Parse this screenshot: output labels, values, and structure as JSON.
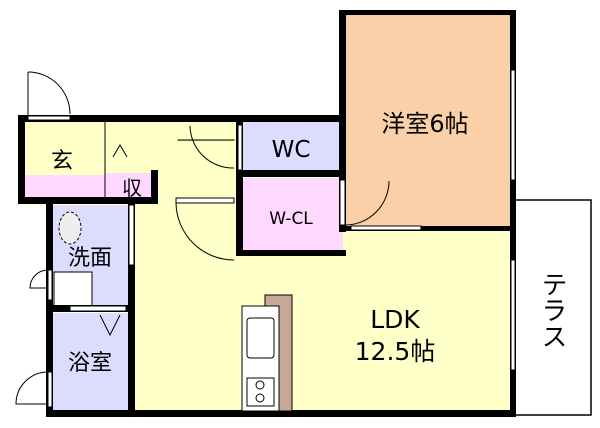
{
  "rooms": {
    "western_room": "洋室6帖",
    "wc": "WC",
    "walk_in_closet": "W-CL",
    "entrance": "玄",
    "storage": "収",
    "washroom": "洗面",
    "bathroom": "浴室",
    "ldk_name": "LDK",
    "ldk_size": "12.5帖",
    "terrace": "テラス"
  },
  "colors": {
    "living": "#FFFFC8",
    "closet": "#FFD8FF",
    "wet": "#DCDCFF",
    "western": "#F9D0A8",
    "wall": "#000000",
    "counter": "#C8A898"
  }
}
